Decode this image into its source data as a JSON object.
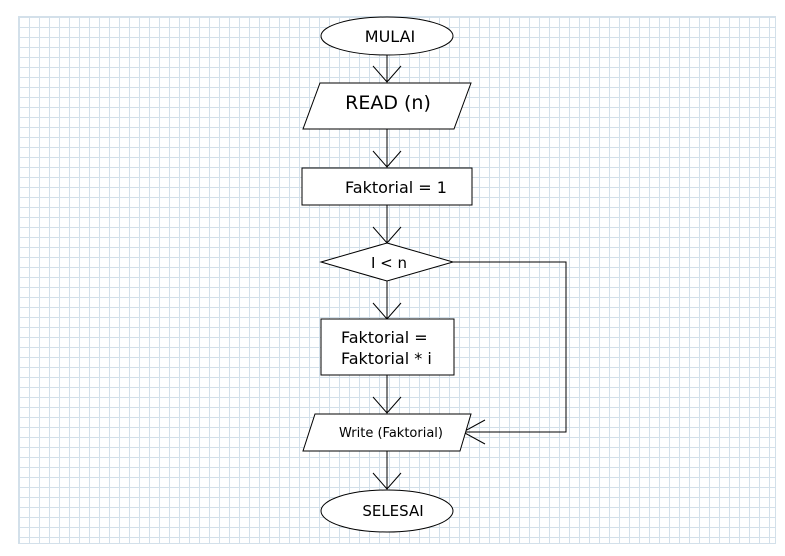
{
  "flowchart": {
    "nodes": {
      "start": "MULAI",
      "read": "READ (n)",
      "init": "Faktorial = 1",
      "cond": "I < n",
      "process_line1": "Faktorial =",
      "process_line2": "Faktorial * i",
      "write": "Write (Faktorial)",
      "end": "SELESAI"
    }
  },
  "colors": {
    "grid": "#d3e0ea",
    "stroke": "#000000",
    "fill": "#ffffff"
  }
}
